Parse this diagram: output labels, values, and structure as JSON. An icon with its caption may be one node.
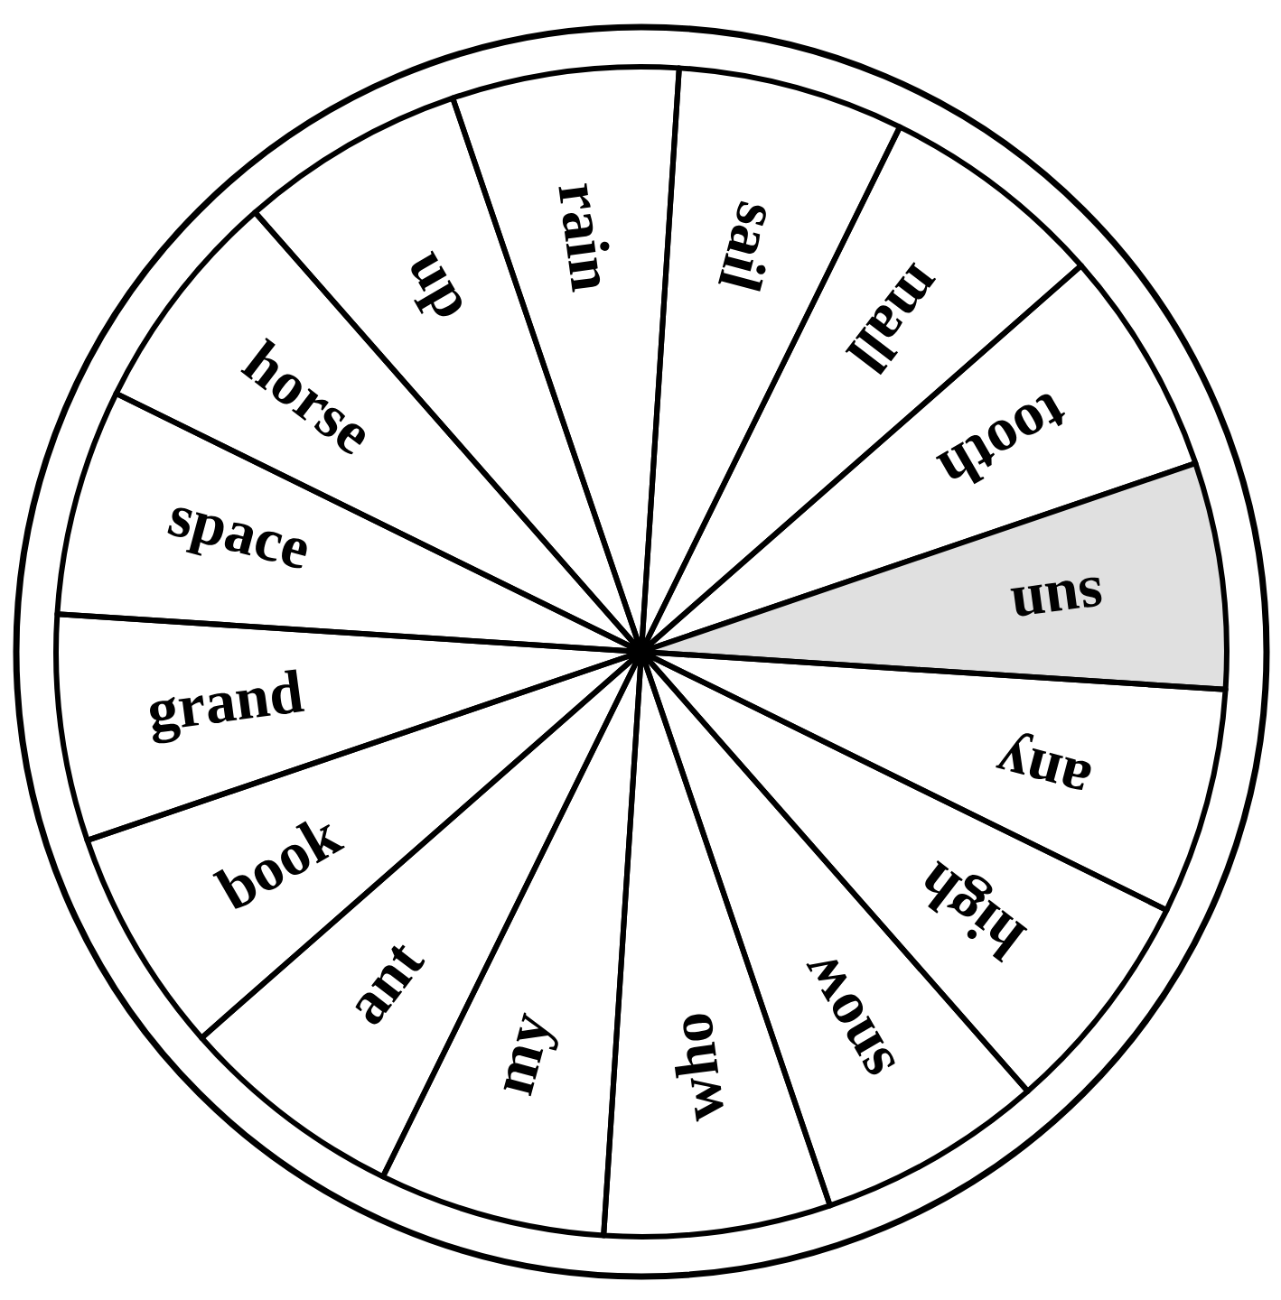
{
  "diagram": {
    "nodes": [
      {
        "text": [
          "rain"
        ]
      },
      {
        "text": [
          "sail"
        ]
      },
      {
        "text": [
          "mall"
        ]
      },
      {
        "text": [
          "tooth"
        ]
      },
      {
        "text": [
          "sun"
        ]
      },
      {
        "text": [
          "any"
        ]
      },
      {
        "text": [
          "high"
        ]
      },
      {
        "text": [
          "snow"
        ]
      },
      {
        "text": [
          "who"
        ]
      },
      {
        "text": [
          "my"
        ]
      },
      {
        "text": [
          "ant"
        ]
      },
      {
        "text": [
          "book"
        ]
      },
      {
        "text": [
          "grand"
        ]
      },
      {
        "text": [
          "space"
        ]
      },
      {
        "text": [
          "horse"
        ]
      },
      {
        "text": [
          "up"
        ]
      }
    ]
  }
}
